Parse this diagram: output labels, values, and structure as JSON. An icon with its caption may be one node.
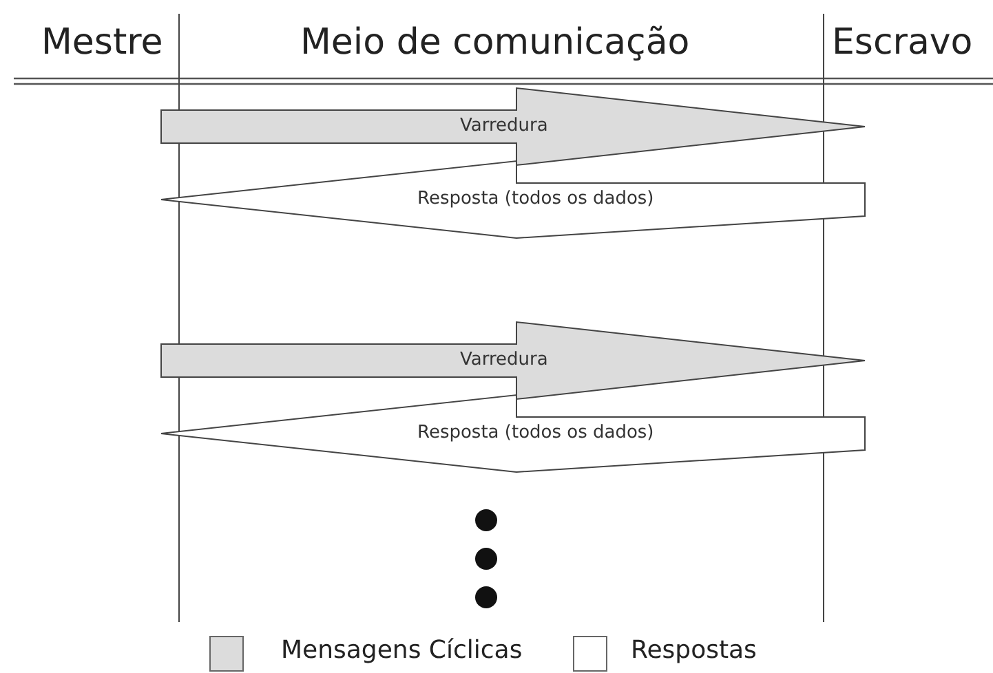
{
  "diagram": {
    "nodes": [
      {
        "text": [
          "Mestre"
        ]
      },
      {
        "text": [
          "Meio de comunicação"
        ]
      },
      {
        "text": [
          "Escravo"
        ]
      }
    ],
    "edges": [
      {
        "from": 0,
        "to": 2,
        "arrow": "to",
        "label": "Varredura",
        "color": "#dcdcdc"
      },
      {
        "from": 2,
        "to": 0,
        "arrow": "to",
        "label": "Resposta (todos os dados)",
        "color": "#ffffff"
      },
      {
        "from": 0,
        "to": 2,
        "arrow": "to",
        "label": "Varredura",
        "color": "#dcdcdc"
      },
      {
        "from": 2,
        "to": 0,
        "arrow": "to",
        "label": "Resposta (todos os dados)",
        "color": "#ffffff"
      }
    ],
    "legend": [
      {
        "text": "Mensagens Cíclicas",
        "color": "#dcdcdc"
      },
      {
        "text": "Respostas",
        "color": "#ffffff"
      }
    ]
  }
}
